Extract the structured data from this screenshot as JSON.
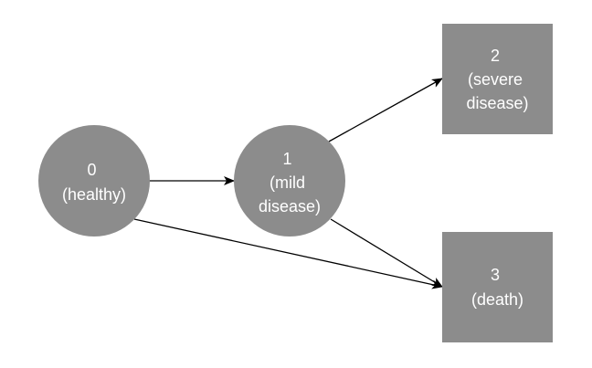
{
  "colors": {
    "node_fill": "#8c8c8c",
    "label_text": "#ffffff",
    "edge": "#000000",
    "background": "#ffffff"
  },
  "nodes": {
    "healthy": {
      "shape": "circle",
      "lines": [
        "0",
        "(healthy)"
      ]
    },
    "mild": {
      "shape": "circle",
      "lines": [
        "1",
        "(mild",
        "disease)"
      ]
    },
    "severe": {
      "shape": "square",
      "lines": [
        "2",
        "(severe",
        "disease)"
      ]
    },
    "death": {
      "shape": "square",
      "lines": [
        "3",
        "(death)"
      ]
    }
  },
  "edges": [
    {
      "from": "0",
      "to": "1"
    },
    {
      "from": "0",
      "to": "3"
    },
    {
      "from": "1",
      "to": "2"
    },
    {
      "from": "1",
      "to": "3"
    }
  ]
}
